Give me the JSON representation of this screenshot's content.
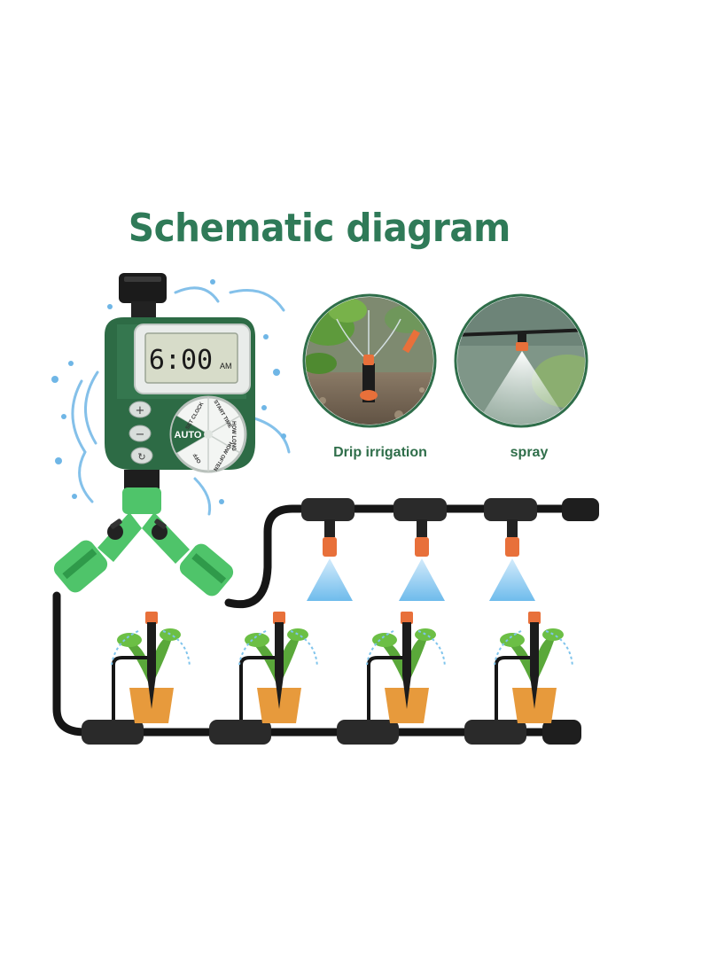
{
  "title": "Schematic diagram",
  "timer": {
    "display_time": "6:00",
    "display_ampm": "AM",
    "dial_labels": [
      "AUTO",
      "SET CLOCK",
      "START TIME",
      "HOW LONG",
      "HOW OFTEN",
      "OFF"
    ],
    "button_labels": [
      "+",
      "−",
      "↻"
    ]
  },
  "drip_label": "Drip irrigation",
  "spray_label": "spray",
  "colors": {
    "title": "#2f7a58",
    "timer_green": "#2d6b45",
    "connector_green": "#4fc46a",
    "pipe": "#161616",
    "nozzle_orange": "#e8703a",
    "mist_blue": "#7fc4ec"
  }
}
